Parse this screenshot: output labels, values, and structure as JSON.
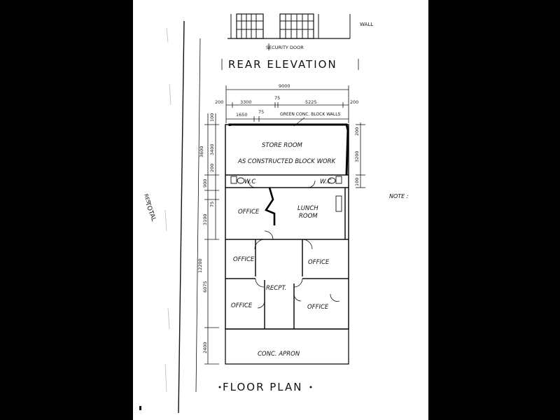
{
  "elevation": {
    "title": "REAR ELEVATION",
    "security_door_note": "SECURITY DOOR",
    "wall_note": "WALL"
  },
  "floor_plan": {
    "title": "FLOOR PLAN",
    "note": "NOTE :",
    "side_text": "TOTAL",
    "side_text_2": "RES",
    "store_room_note": "GREEN CONC. BLOCK WALLS",
    "rooms": {
      "store_room": "STORE ROOM",
      "as_constructed": "AS CONSTRUCTED BLOCK WORK",
      "wc_left": "W.C",
      "wc_right": "W.C",
      "office_1": "OFFICE",
      "lunch_room_1": "LUNCH",
      "lunch_room_2": "ROOM",
      "office_2": "OFFICE",
      "office_3": "OFFICE",
      "recept": "RECPT.",
      "office_4": "OFFICE",
      "office_5": "OFFICE",
      "apron": "CONC. APRON"
    },
    "dimensions": {
      "top_total": "9000",
      "d_200_left": "200",
      "d_3300": "3300",
      "d_75_top": "75",
      "d_5225": "5225",
      "d_200_right": "200",
      "d_1650": "1650",
      "d_75_b": "75",
      "left_3600": "3600",
      "left_100": "100",
      "left_3400": "3400",
      "left_200": "200",
      "left_900": "900",
      "left_75": "75",
      "left_3100": "3100",
      "left_12200": "12200",
      "left_6075": "6075",
      "left_2400": "2400",
      "right_200": "200",
      "right_3200": "3200",
      "right_100": "100"
    }
  }
}
